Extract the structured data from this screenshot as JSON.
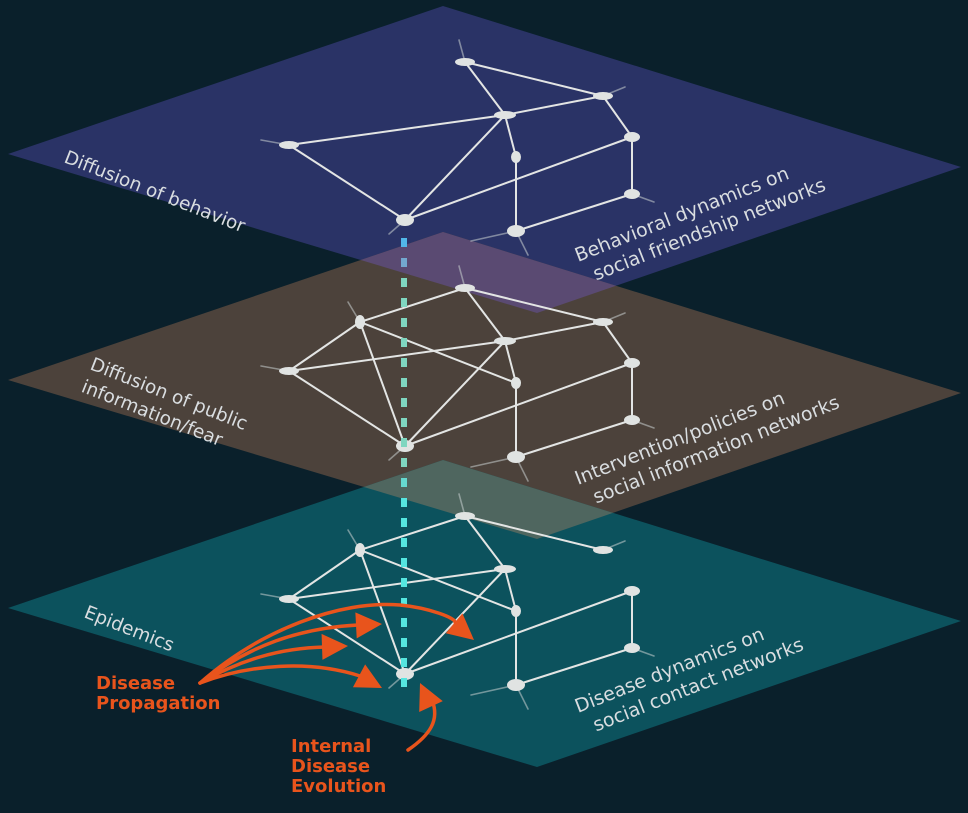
{
  "title": "Multi-layer network model of epidemics and social dynamics",
  "colors": {
    "background": "#0a202b",
    "layer_behavior": "#2a3366",
    "layer_information": "#4c423b",
    "layer_epidemics": "#0c525d",
    "overlap_behavior_information": "#5a4a72",
    "overlap_information_epidemics": "#4f665f",
    "node": "#e0e3e2",
    "edge": "#e3e5e4",
    "annotation": "#e8541c",
    "text": "#d9dde0",
    "coupling_dash_top": "#52b7e8",
    "coupling_dash_mid": "#7fd6c0",
    "coupling_dash_bottom": "#55e6e0"
  },
  "layers": [
    {
      "id": "behavior",
      "left_label": [
        "Diffusion of behavior"
      ],
      "right_label": [
        "Behavioral dynamics on",
        "social friendship networks"
      ],
      "nodes": [
        "A",
        "B",
        "C",
        "D",
        "E",
        "F",
        "G",
        "H",
        "I"
      ],
      "edges": [
        [
          "A",
          "B"
        ],
        [
          "A",
          "C"
        ],
        [
          "C",
          "B"
        ],
        [
          "C",
          "D"
        ],
        [
          "D",
          "H"
        ],
        [
          "C",
          "H"
        ],
        [
          "C",
          "F"
        ],
        [
          "F",
          "I"
        ],
        [
          "B",
          "E"
        ],
        [
          "E",
          "H"
        ],
        [
          "E",
          "G"
        ],
        [
          "G",
          "I"
        ]
      ]
    },
    {
      "id": "information",
      "left_label": [
        "Diffusion of public",
        "information/fear"
      ],
      "right_label": [
        "Intervention/policies on",
        "social information networks"
      ],
      "nodes": [
        "A",
        "B",
        "C",
        "D",
        "E",
        "F",
        "G",
        "H",
        "I",
        "J"
      ],
      "edges": [
        [
          "A",
          "B"
        ],
        [
          "A",
          "C"
        ],
        [
          "C",
          "B"
        ],
        [
          "C",
          "D"
        ],
        [
          "D",
          "H"
        ],
        [
          "C",
          "H"
        ],
        [
          "C",
          "F"
        ],
        [
          "F",
          "I"
        ],
        [
          "B",
          "E"
        ],
        [
          "E",
          "H"
        ],
        [
          "E",
          "G"
        ],
        [
          "G",
          "I"
        ],
        [
          "J",
          "A"
        ],
        [
          "J",
          "D"
        ],
        [
          "J",
          "H"
        ],
        [
          "J",
          "F"
        ]
      ]
    },
    {
      "id": "epidemics",
      "left_label": [
        "Epidemics"
      ],
      "right_label": [
        "Disease dynamics on",
        "social contact networks"
      ],
      "nodes": [
        "A",
        "B",
        "C",
        "D",
        "E",
        "F",
        "G",
        "H",
        "I",
        "J"
      ],
      "edges": [
        [
          "A",
          "B"
        ],
        [
          "A",
          "C"
        ],
        [
          "C",
          "D"
        ],
        [
          "D",
          "H"
        ],
        [
          "C",
          "H"
        ],
        [
          "C",
          "F"
        ],
        [
          "F",
          "I"
        ],
        [
          "E",
          "H"
        ],
        [
          "E",
          "G"
        ],
        [
          "G",
          "I"
        ],
        [
          "J",
          "A"
        ],
        [
          "J",
          "D"
        ],
        [
          "J",
          "H"
        ],
        [
          "J",
          "F"
        ]
      ]
    }
  ],
  "annotations": {
    "propagation": [
      "Disease",
      "Propagation"
    ],
    "evolution": [
      "Internal",
      "Disease",
      "Evolution"
    ]
  }
}
